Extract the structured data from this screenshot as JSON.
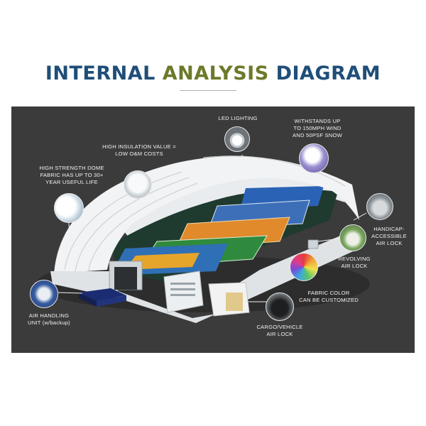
{
  "title": {
    "word1": "INTERNAL",
    "word2": "ANALYSIS",
    "word3": "DIAGRAM"
  },
  "colors": {
    "title_blue": "#1f4e79",
    "title_olive": "#6b7a2a",
    "panel_bg": "#3a3b3a",
    "label_text": "#f2f2f2"
  },
  "callouts": {
    "led_lighting": "LED LIGHTING",
    "wind_snow": "WITHSTANDS UP\nTO 150MPH WIND\nAND 50PSF SNOW",
    "insulation": "HIGH INSULATION VALUE =\nLOW O&M COSTS",
    "dome_fabric": "HIGH STRENGTH DOME\nFABRIC HAS UP TO 30+\nYEAR USEFUL LIFE",
    "handicap": "HANDICAP-\nACCESSIBLE\nAIR LOCK",
    "revolving": "REVOLVING\nAIR LOCK",
    "fabric_color": "FABRIC COLOR\nCAN BE CUSTOMIZED",
    "air_handling": "AIR HANDLING\nUNIT (w/backup)",
    "cargo": "CARGO/VEHICLE\nAIR LOCK"
  },
  "icons": [
    "led-light-icon",
    "snow-load-icon",
    "insulation-icon",
    "dome-fabric-icon",
    "handicap-airlock-icon",
    "revolving-door-icon",
    "fabric-color-icon",
    "air-handling-unit-icon",
    "cargo-door-icon"
  ]
}
